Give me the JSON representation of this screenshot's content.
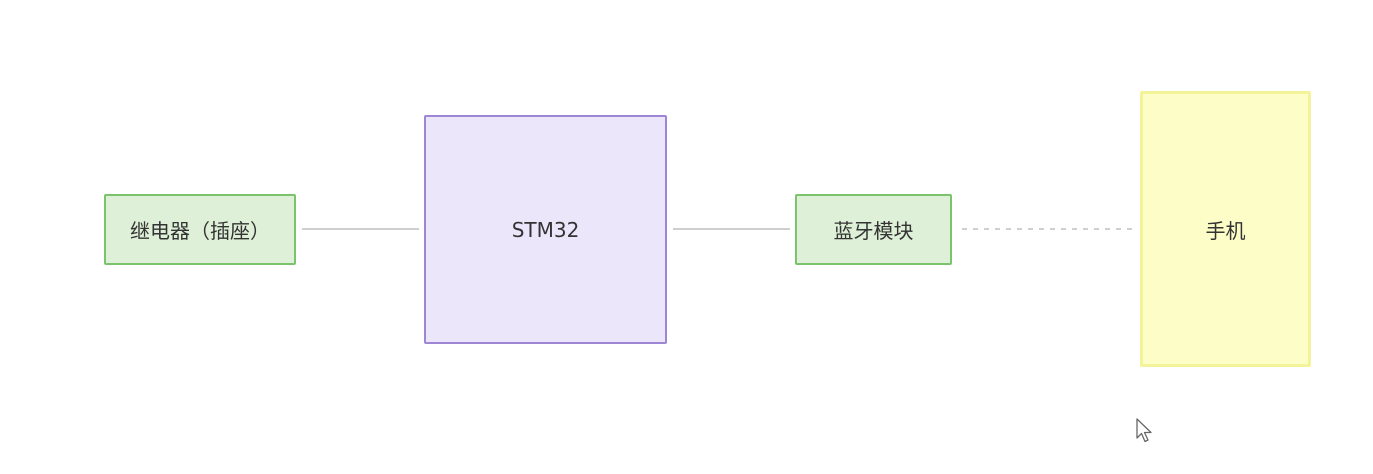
{
  "diagram": {
    "nodes": {
      "relay": {
        "label": "继电器（插座）",
        "fill": "#dff0d8",
        "border": "#7cc46b"
      },
      "stm32": {
        "label": "STM32",
        "fill": "#ece6fb",
        "border": "#9d86d4"
      },
      "bluetooth": {
        "label": "蓝牙模块",
        "fill": "#dff0d8",
        "border": "#7cc46b"
      },
      "phone": {
        "label": "手机",
        "fill": "#fdfdc8",
        "border": "#f3f39a"
      }
    },
    "edges": [
      {
        "from": "relay",
        "to": "stm32",
        "style": "solid"
      },
      {
        "from": "stm32",
        "to": "bluetooth",
        "style": "solid"
      },
      {
        "from": "bluetooth",
        "to": "phone",
        "style": "dashed"
      }
    ],
    "edge_color": "#cfcfcf"
  },
  "cursor": {
    "icon": "mouse-pointer-icon"
  }
}
